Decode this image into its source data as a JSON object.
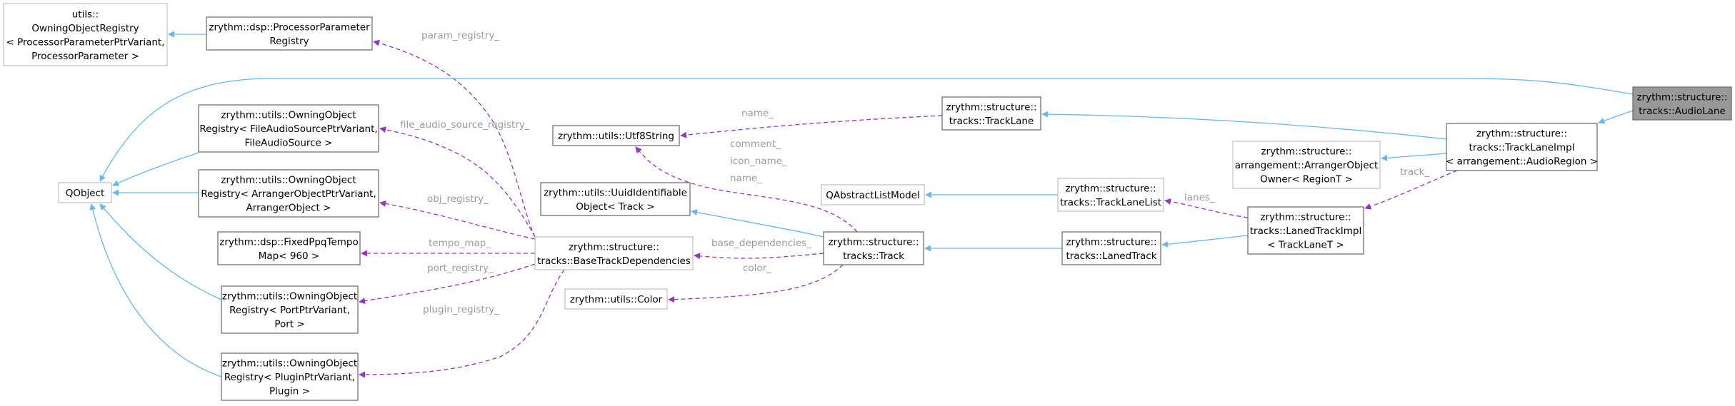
{
  "colors": {
    "inherit": "#63b8f0",
    "usage": "#9a30c8",
    "normal_border": "#666666",
    "muted_border": "#bfbfbf",
    "highlight_fill": "#999999",
    "highlight_border": "#666666",
    "edge_label": "#9a9a9a"
  },
  "nodes": [
    {
      "id": "owning_param_registry",
      "kind": "muted",
      "lines": [
        "utils::",
        "OwningObjectRegistry",
        "< ProcessorParameterPtrVariant,",
        "ProcessorParameter >"
      ]
    },
    {
      "id": "processor_param_registry",
      "kind": "normal",
      "lines": [
        "zrythm::dsp::ProcessorParameter",
        "Registry"
      ]
    },
    {
      "id": "qobject",
      "kind": "muted",
      "lines": [
        "QObject"
      ]
    },
    {
      "id": "owning_file_audio",
      "kind": "normal",
      "lines": [
        "zrythm::utils::OwningObject",
        "Registry< FileAudioSourcePtrVariant,",
        "FileAudioSource >"
      ]
    },
    {
      "id": "owning_arranger",
      "kind": "normal",
      "lines": [
        "zrythm::utils::OwningObject",
        "Registry< ArrangerObjectPtrVariant,",
        "ArrangerObject >"
      ]
    },
    {
      "id": "fixed_ppq",
      "kind": "normal",
      "lines": [
        "zrythm::dsp::FixedPpqTempo",
        "Map< 960 >"
      ]
    },
    {
      "id": "owning_port",
      "kind": "normal",
      "lines": [
        "zrythm::utils::OwningObject",
        "Registry< PortPtrVariant,",
        "Port >"
      ]
    },
    {
      "id": "owning_plugin",
      "kind": "normal",
      "lines": [
        "zrythm::utils::OwningObject",
        "Registry< PluginPtrVariant,",
        "Plugin >"
      ]
    },
    {
      "id": "utf8string",
      "kind": "normal",
      "lines": [
        "zrythm::utils::Utf8String"
      ]
    },
    {
      "id": "uuid_identifiable",
      "kind": "normal",
      "lines": [
        "zrythm::utils::UuidIdentifiable",
        "Object< Track >"
      ]
    },
    {
      "id": "base_track_deps",
      "kind": "muted",
      "lines": [
        "zrythm::structure::",
        "tracks::BaseTrackDependencies"
      ]
    },
    {
      "id": "color",
      "kind": "muted",
      "lines": [
        "zrythm::utils::Color"
      ]
    },
    {
      "id": "qabstract_list_model",
      "kind": "muted",
      "lines": [
        "QAbstractListModel"
      ]
    },
    {
      "id": "track",
      "kind": "normal",
      "lines": [
        "zrythm::structure::",
        "tracks::Track"
      ]
    },
    {
      "id": "track_lane",
      "kind": "normal",
      "lines": [
        "zrythm::structure::",
        "tracks::TrackLane"
      ]
    },
    {
      "id": "track_lane_list",
      "kind": "muted",
      "lines": [
        "zrythm::structure::",
        "tracks::TrackLaneList"
      ]
    },
    {
      "id": "arranger_object_owner",
      "kind": "muted",
      "lines": [
        "zrythm::structure::",
        "arrangement::ArrangerObject",
        "Owner< RegionT >"
      ]
    },
    {
      "id": "laned_track",
      "kind": "normal",
      "lines": [
        "zrythm::structure::",
        "tracks::LanedTrack"
      ]
    },
    {
      "id": "laned_track_impl",
      "kind": "normal",
      "lines": [
        "zrythm::structure::",
        "tracks::LanedTrackImpl",
        "< TrackLaneT >"
      ]
    },
    {
      "id": "track_lane_impl",
      "kind": "normal",
      "lines": [
        "zrythm::structure::",
        "tracks::TrackLaneImpl",
        "< arrangement::AudioRegion >"
      ]
    },
    {
      "id": "audio_lane",
      "kind": "highlight",
      "lines": [
        "zrythm::structure::",
        "tracks::AudioLane"
      ]
    }
  ],
  "edges": [
    {
      "id": "e_owning_param_to_proc",
      "type": "inherit",
      "from": "processor_param_registry",
      "to": "owning_param_registry",
      "label": ""
    },
    {
      "id": "e_param_registry",
      "type": "usage",
      "from": "base_track_deps",
      "to": "processor_param_registry",
      "label": "param_registry_"
    },
    {
      "id": "e_audio_lane_qobject",
      "type": "inherit",
      "from": "audio_lane",
      "to": "qobject",
      "label": ""
    },
    {
      "id": "e_file_audio_qobject",
      "type": "inherit",
      "from": "owning_file_audio",
      "to": "qobject",
      "label": ""
    },
    {
      "id": "e_arranger_qobject",
      "type": "inherit",
      "from": "owning_arranger",
      "to": "qobject",
      "label": ""
    },
    {
      "id": "e_port_qobject",
      "type": "inherit",
      "from": "owning_port",
      "to": "qobject",
      "label": ""
    },
    {
      "id": "e_plugin_qobject",
      "type": "inherit",
      "from": "owning_plugin",
      "to": "qobject",
      "label": ""
    },
    {
      "id": "e_file_audio_registry",
      "type": "usage",
      "from": "base_track_deps",
      "to": "owning_file_audio",
      "label": "file_audio_source_registry_"
    },
    {
      "id": "e_obj_registry",
      "type": "usage",
      "from": "base_track_deps",
      "to": "owning_arranger",
      "label": "obj_registry_"
    },
    {
      "id": "e_tempo_map",
      "type": "usage",
      "from": "base_track_deps",
      "to": "fixed_ppq",
      "label": "tempo_map_"
    },
    {
      "id": "e_port_registry",
      "type": "usage",
      "from": "base_track_deps",
      "to": "owning_port",
      "label": "port_registry_"
    },
    {
      "id": "e_plugin_registry",
      "type": "usage",
      "from": "base_track_deps",
      "to": "owning_plugin",
      "label": "plugin_registry_"
    },
    {
      "id": "e_name_lane",
      "type": "usage",
      "from": "track_lane",
      "to": "utf8string",
      "label": "name_"
    },
    {
      "id": "e_track_strings",
      "type": "usage",
      "from": "track",
      "to": "utf8string",
      "label": "comment_\nicon_name_\nname_"
    },
    {
      "id": "e_track_uuid",
      "type": "inherit",
      "from": "track",
      "to": "uuid_identifiable",
      "label": ""
    },
    {
      "id": "e_base_deps",
      "type": "usage",
      "from": "track",
      "to": "base_track_deps",
      "label": "base_dependencies_"
    },
    {
      "id": "e_color",
      "type": "usage",
      "from": "track",
      "to": "color",
      "label": "color_"
    },
    {
      "id": "e_list_model",
      "type": "inherit",
      "from": "track_lane_list",
      "to": "qabstract_list_model",
      "label": ""
    },
    {
      "id": "e_laned_track",
      "type": "inherit",
      "from": "laned_track",
      "to": "track",
      "label": ""
    },
    {
      "id": "e_laned_impl",
      "type": "inherit",
      "from": "laned_track_impl",
      "to": "laned_track",
      "label": ""
    },
    {
      "id": "e_lanes",
      "type": "usage",
      "from": "laned_track_impl",
      "to": "track_lane_list",
      "label": "lanes_"
    },
    {
      "id": "e_track",
      "type": "usage",
      "from": "track_lane_impl",
      "to": "laned_track_impl",
      "label": "track_"
    },
    {
      "id": "e_lane_impl_lane",
      "type": "inherit",
      "from": "track_lane_impl",
      "to": "track_lane",
      "label": ""
    },
    {
      "id": "e_lane_impl_owner",
      "type": "inherit",
      "from": "track_lane_impl",
      "to": "arranger_object_owner",
      "label": ""
    },
    {
      "id": "e_audio_lane_impl",
      "type": "inherit",
      "from": "audio_lane",
      "to": "track_lane_impl",
      "label": ""
    }
  ]
}
